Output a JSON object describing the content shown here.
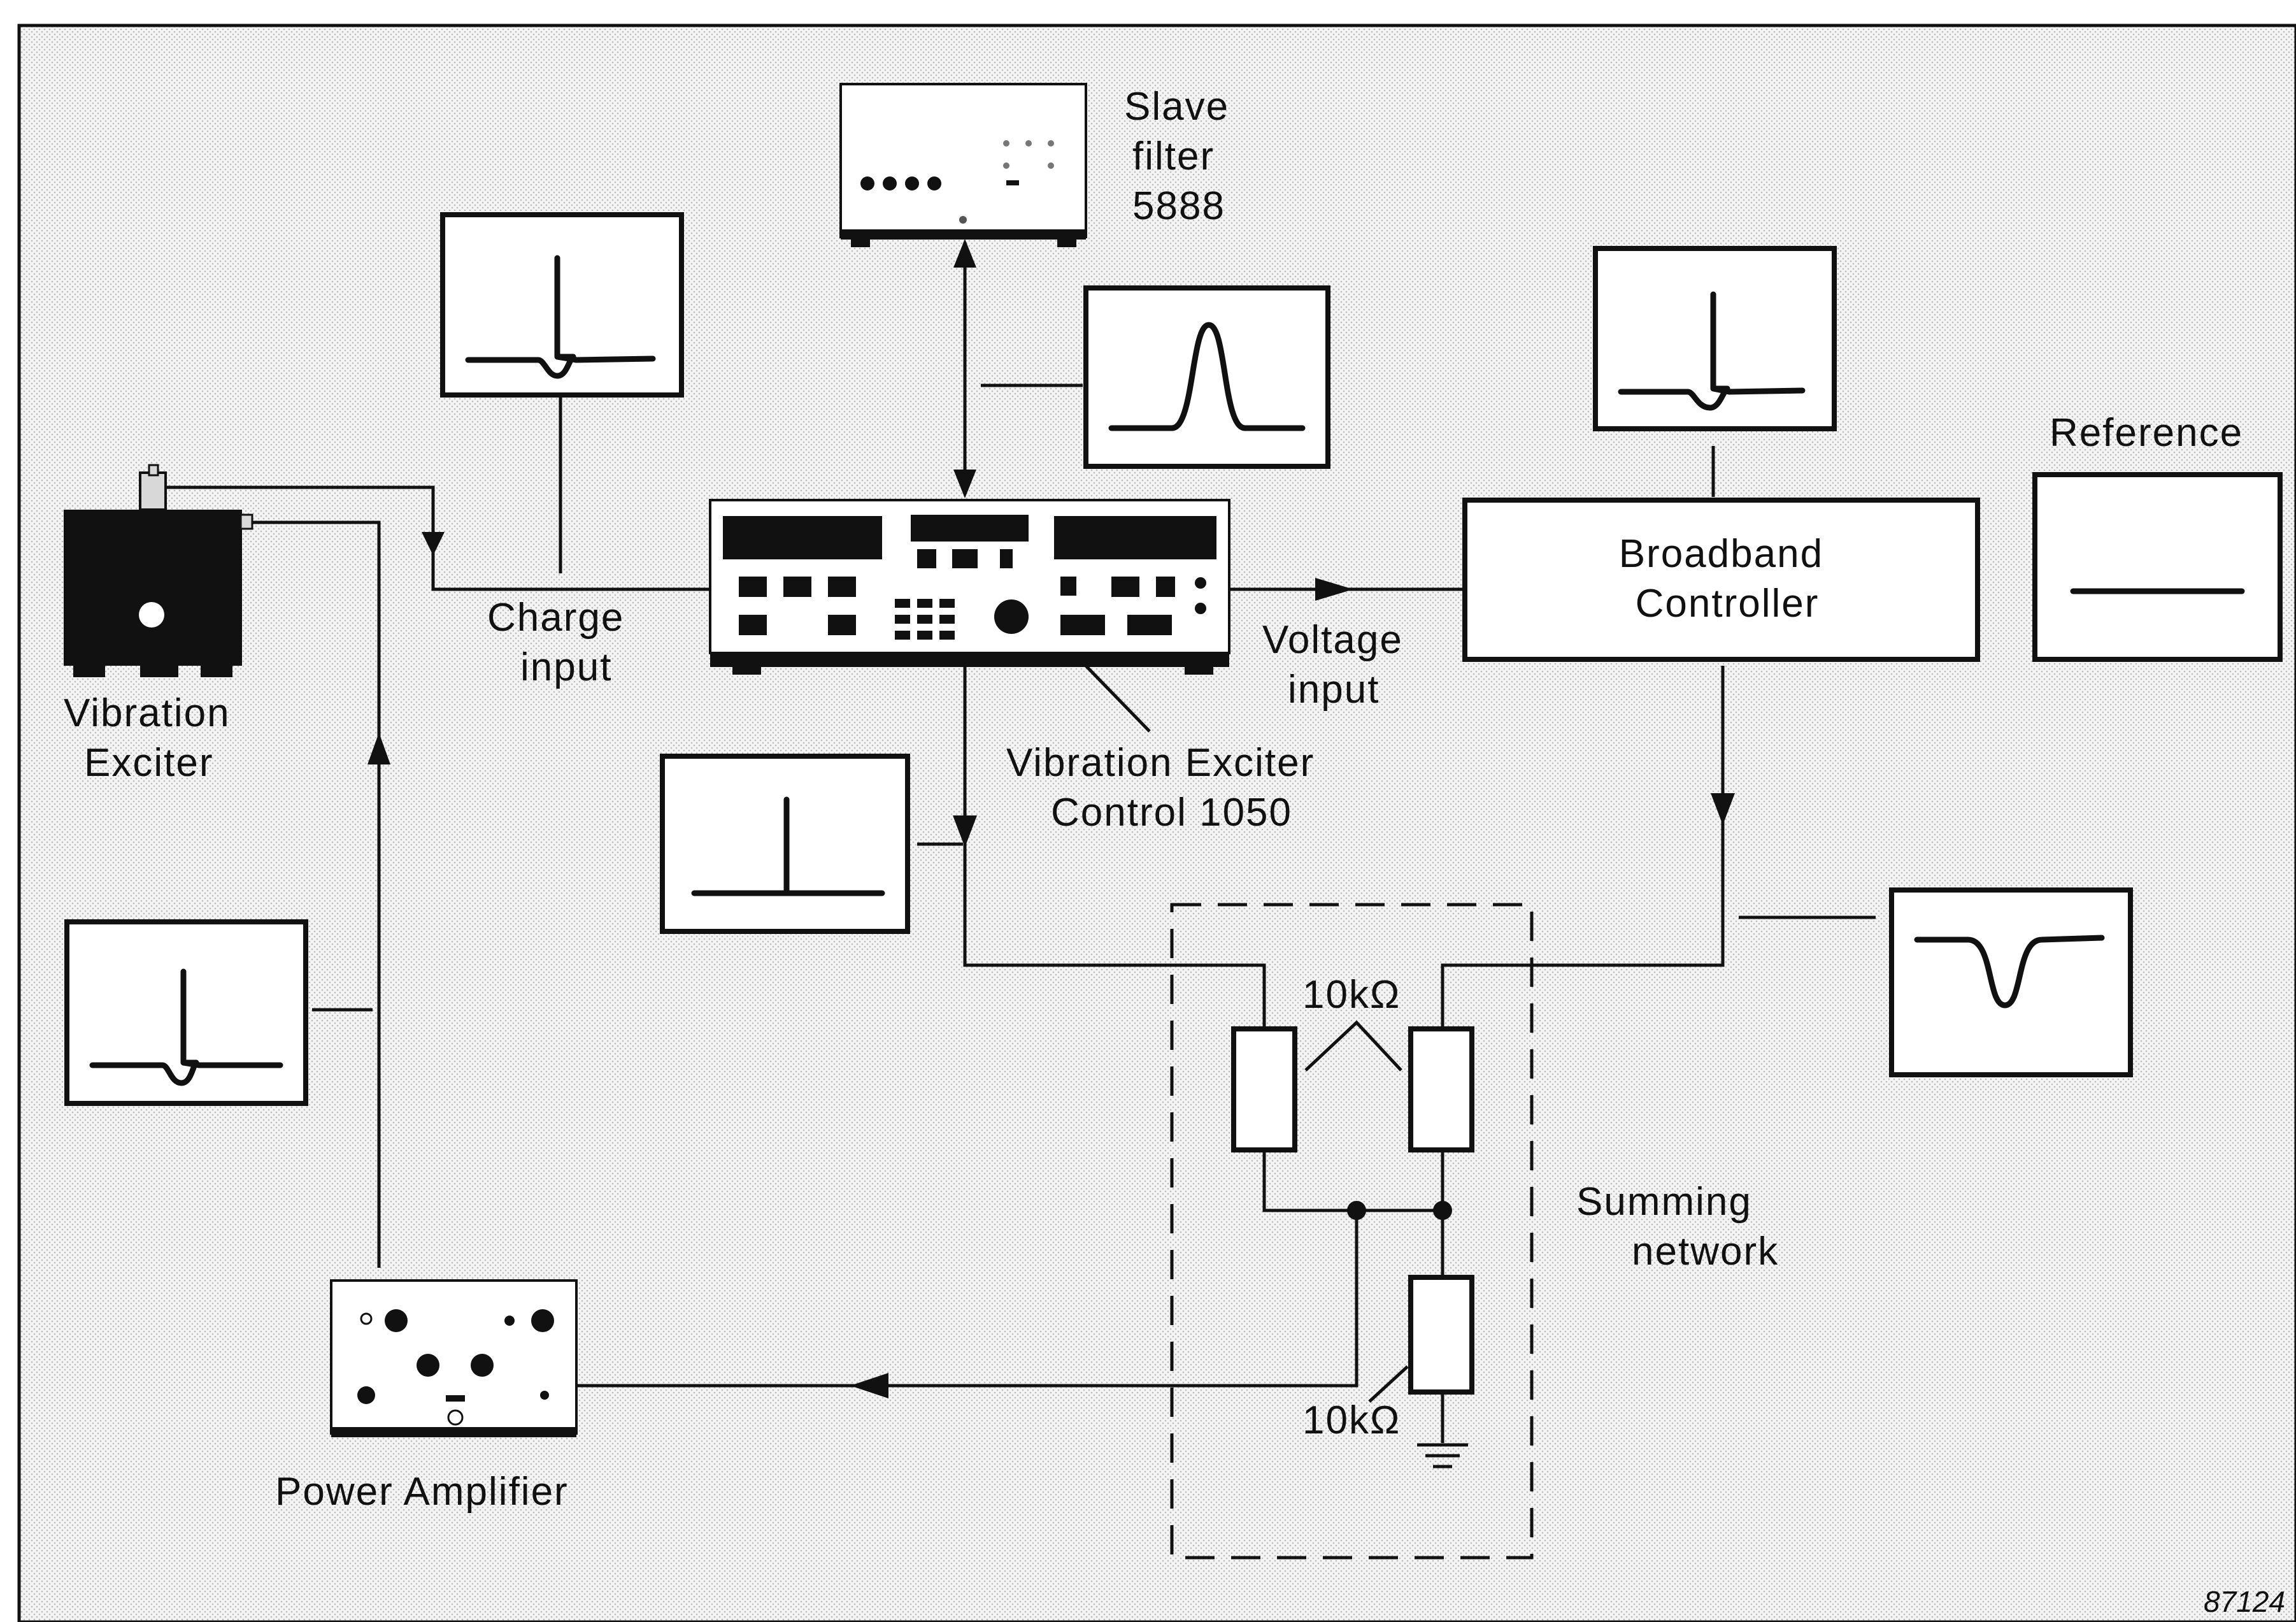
{
  "labels": {
    "slave_filter": [
      "Slave",
      "filter",
      "5888"
    ],
    "vibration_exciter": [
      "Vibration",
      "Exciter"
    ],
    "charge_input": [
      "Charge",
      "input"
    ],
    "voltage_input": [
      "Voltage",
      "input"
    ],
    "controller_1050": [
      "Vibration Exciter",
      "Control 1050"
    ],
    "broadband_controller": [
      "Broadband",
      "Controller"
    ],
    "reference": "Reference",
    "summing_network": [
      "Summing",
      "network"
    ],
    "resistor_top": "10kΩ",
    "resistor_bottom": "10kΩ",
    "power_amplifier": "Power Amplifier",
    "figure_number": "87124"
  },
  "colors": {
    "ink": "#111111",
    "paper": "#ffffff",
    "background_tint": "#ececec"
  }
}
